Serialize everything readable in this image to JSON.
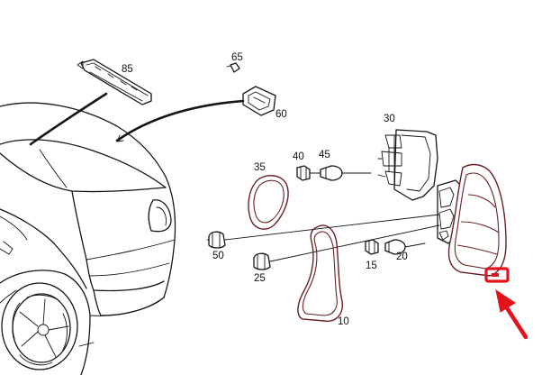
{
  "diagram": {
    "part_labels": {
      "p85": "85",
      "p65": "65",
      "p60": "60",
      "p30": "30",
      "p40": "40",
      "p45": "45",
      "p35": "35",
      "p50": "50",
      "p25": "25",
      "p15": "15",
      "p20": "20",
      "p10": "10"
    },
    "colors": {
      "line": "#151515",
      "gasket": "#6a2024",
      "highlight": "#e3131b"
    },
    "icons": {
      "pointer": "arrow-icon",
      "highlight": "highlight-box-icon"
    }
  }
}
